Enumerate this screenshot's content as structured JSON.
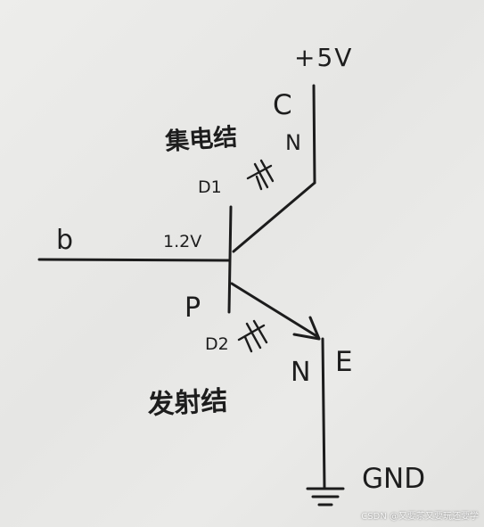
{
  "labels": {
    "supply": "+5V",
    "collector": "C",
    "collector_junction": "集电结",
    "collector_n": "N",
    "diode_1": "D1",
    "base": "b",
    "base_voltage": "1.2V",
    "base_p": "P",
    "diode_2": "D2",
    "emitter_n": "N",
    "emitter": "E",
    "emitter_junction": "发射结",
    "ground": "GND"
  },
  "watermark": "CSDN @又要茶又要玩还要学"
}
